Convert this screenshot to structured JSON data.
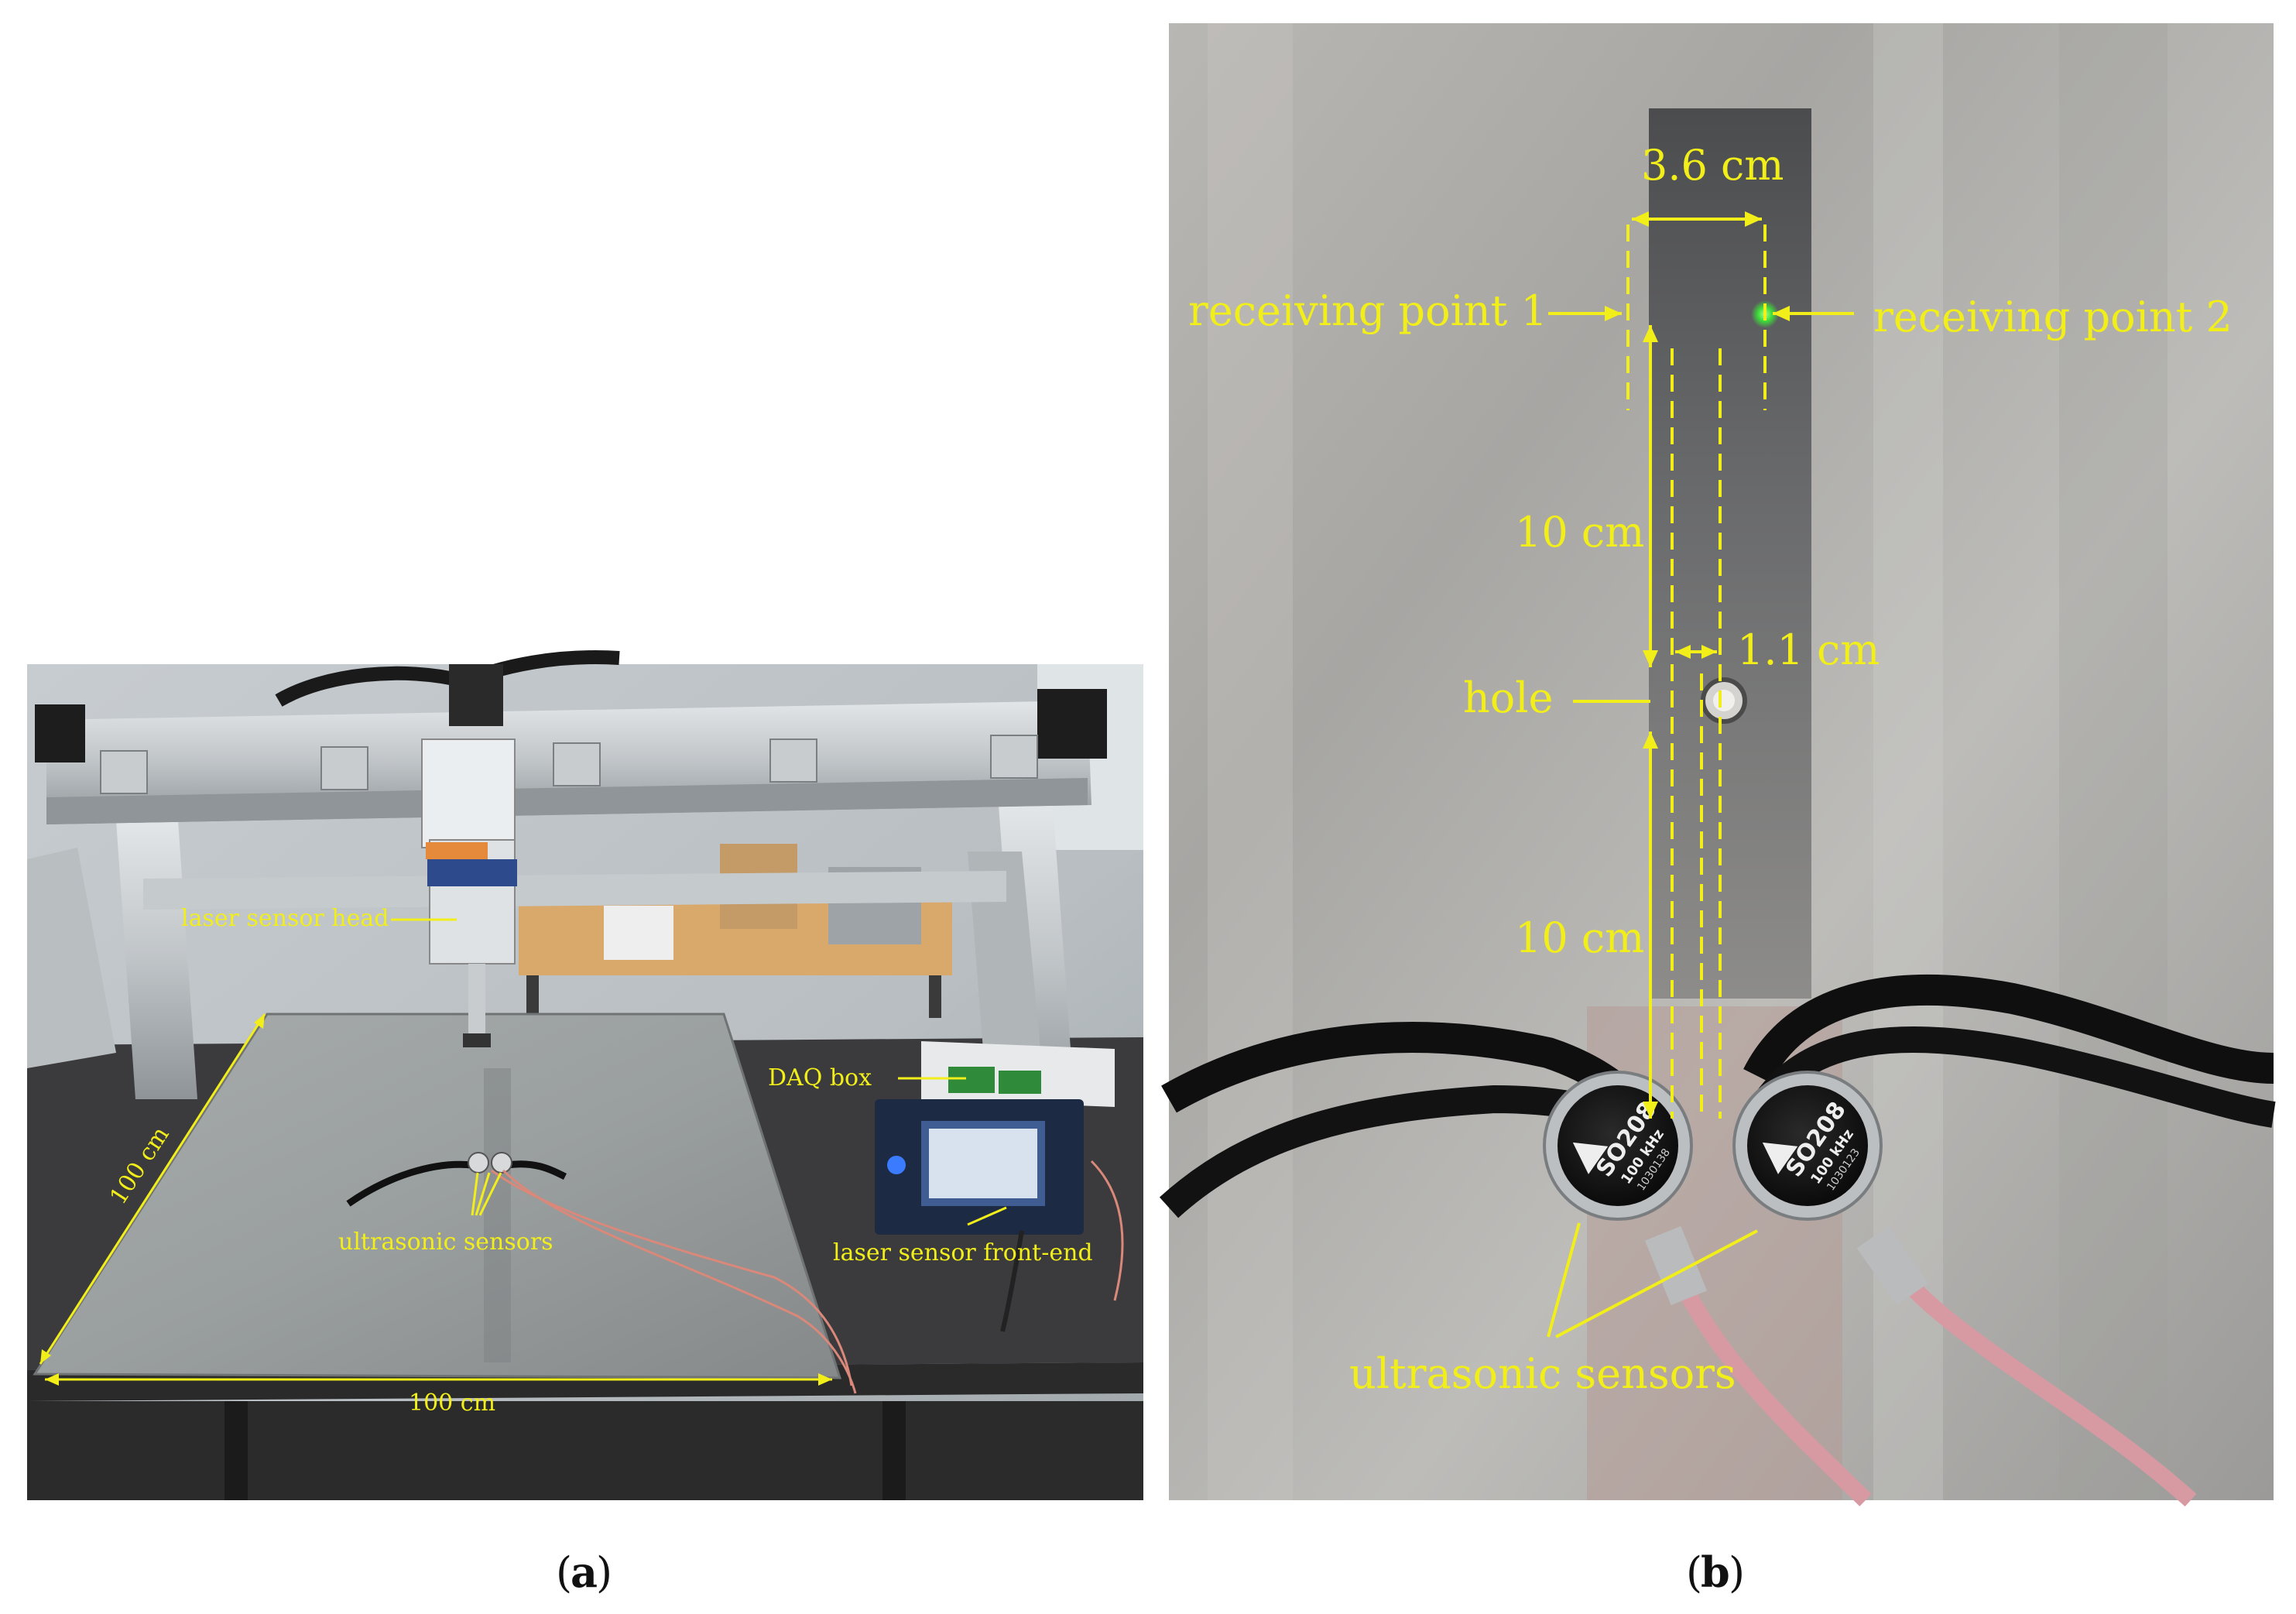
{
  "colors": {
    "annotation": "#f2ee1a",
    "caption": "#111111",
    "background": "#ffffff"
  },
  "panel_a": {
    "caption_letter": "a",
    "labels": {
      "laser_sensor_head": "laser sensor head",
      "daq_box": "DAQ box",
      "laser_sensor_front_end": "laser sensor front-end",
      "ultrasonic_sensors": "ultrasonic sensors",
      "width": "100 cm",
      "depth": "100 cm"
    }
  },
  "panel_b": {
    "caption_letter": "b",
    "labels": {
      "spacing_top": "3.6 cm",
      "receiving_point_1": "receiving point 1",
      "receiving_point_2": "receiving point 2",
      "distance_upper": "10 cm",
      "gap": "1.1 cm",
      "hole": "hole",
      "distance_lower": "10 cm",
      "ultrasonic_sensors": "ultrasonic sensors"
    },
    "sensor_left": {
      "model": "SO208",
      "freq": "100 kHz",
      "serial": "1030138"
    },
    "sensor_right": {
      "model": "SO208",
      "freq": "100 kHz",
      "serial": "1030123"
    }
  }
}
